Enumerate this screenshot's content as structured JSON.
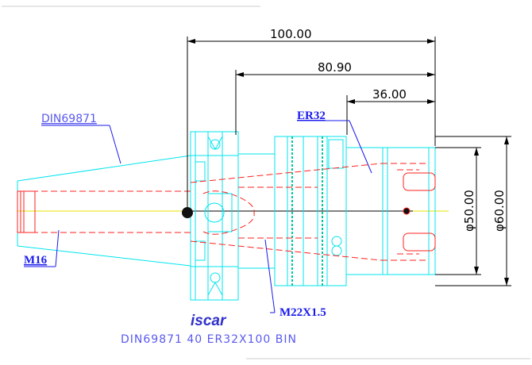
{
  "dimensions": {
    "overall_length": "100.00",
    "flange_to_nose": "80.90",
    "nut_length": "36.00",
    "nut_diameter": "φ50.00",
    "body_diameter": "φ60.00"
  },
  "labels": {
    "standard": "DIN69871",
    "collet": "ER32",
    "retention_thread": "M16",
    "nut_thread": "M22X1.5"
  },
  "logo": {
    "text": "iscar"
  },
  "caption": "DIN69871 40 ER32X100 BIN",
  "colors": {
    "outline": "#00e5ee",
    "hidden": "#ff2020",
    "dimension": "#000000",
    "callout": "#1a1aee",
    "centerline": "#e8e200"
  }
}
